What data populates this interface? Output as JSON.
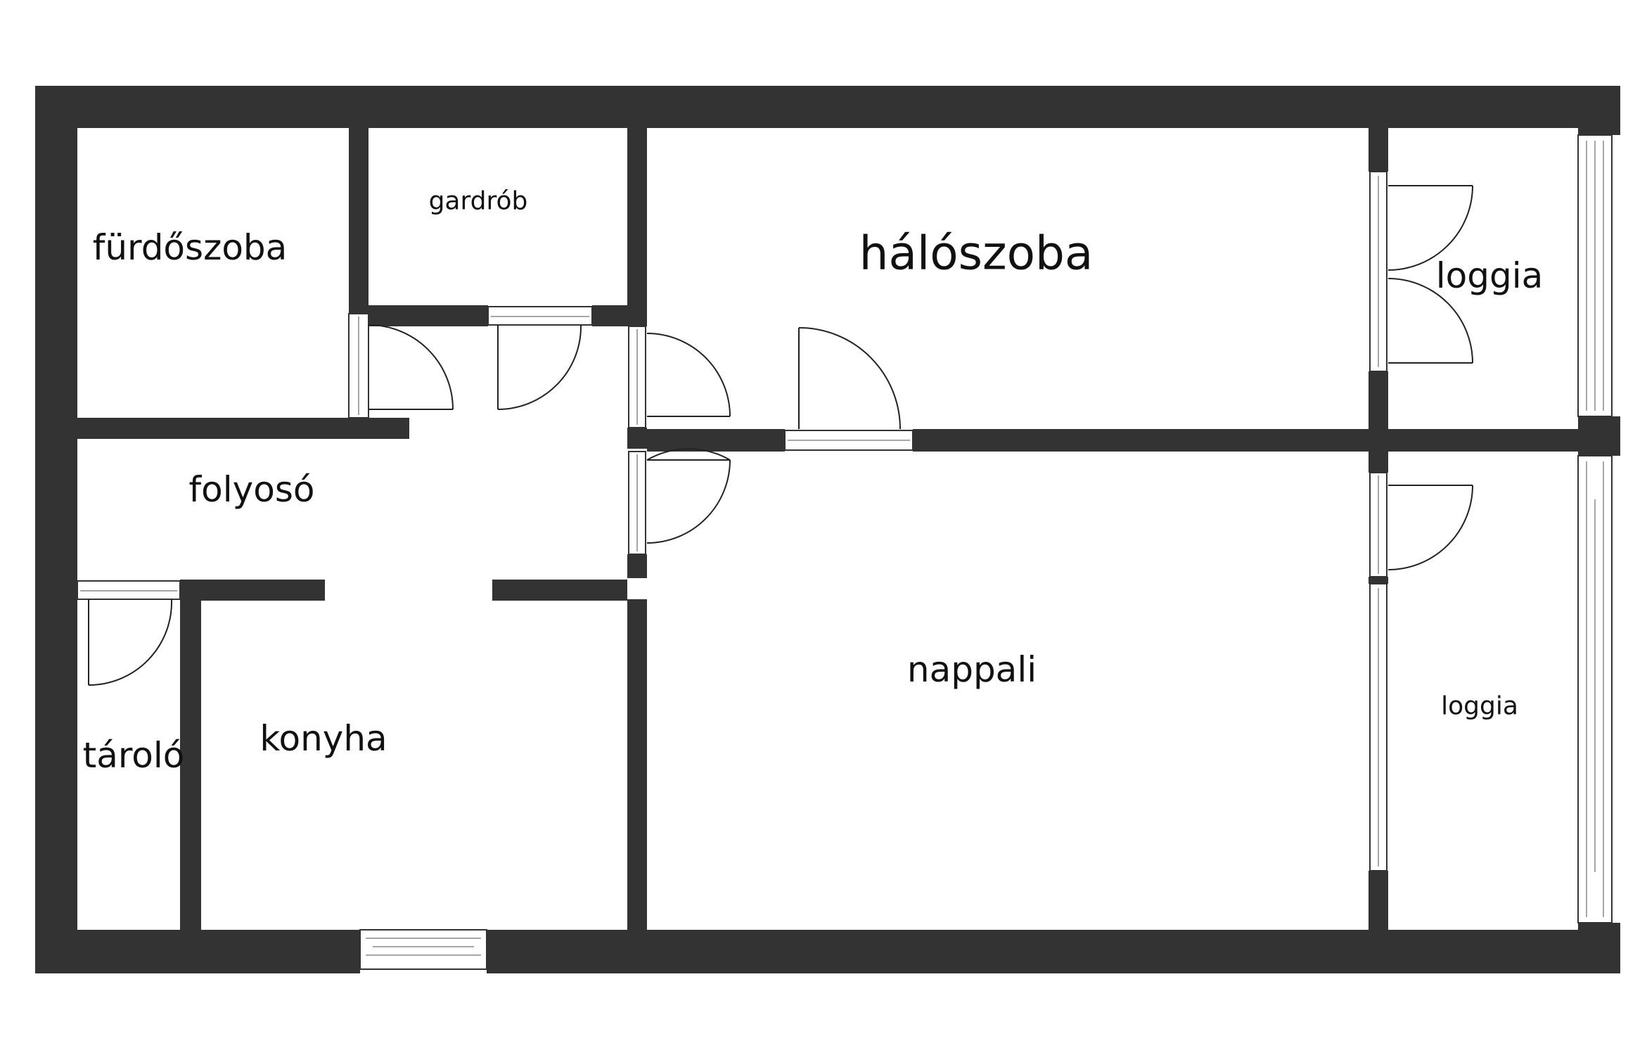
{
  "floor_plan": {
    "rooms": [
      {
        "id": "bathroom",
        "label": "fürdőszoba"
      },
      {
        "id": "walk_in_closet",
        "label": "gardrób"
      },
      {
        "id": "bedroom",
        "label": "hálószoba"
      },
      {
        "id": "loggia_top",
        "label": "loggia"
      },
      {
        "id": "hallway",
        "label": "folyosó"
      },
      {
        "id": "storage",
        "label": "tároló"
      },
      {
        "id": "kitchen",
        "label": "konyha"
      },
      {
        "id": "living_room",
        "label": "nappali"
      },
      {
        "id": "loggia_bottom",
        "label": "loggia"
      }
    ]
  },
  "colors": {
    "wall": "#333333",
    "background": "#ffffff"
  }
}
